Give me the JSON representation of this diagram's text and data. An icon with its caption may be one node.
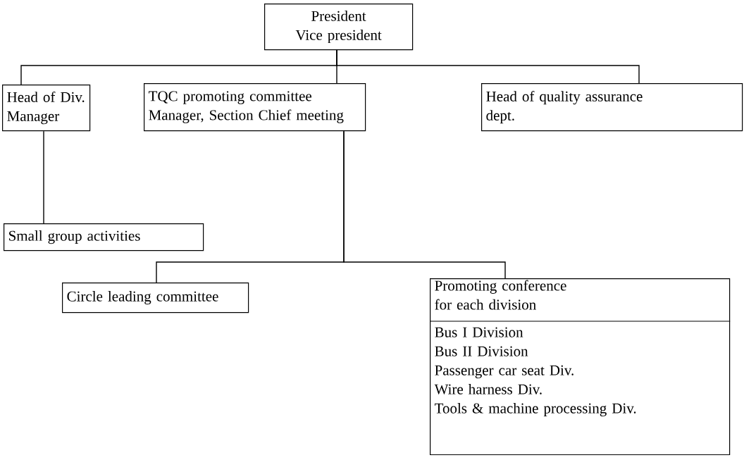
{
  "diagram": {
    "nodes": [
      {
        "text": [
          "President",
          "Vice president"
        ]
      },
      {
        "text": [
          "Head of Div.",
          "Manager"
        ]
      },
      {
        "text": [
          "TQC promoting committee",
          "Manager, Section Chief meeting"
        ]
      },
      {
        "text": [
          "Head of quality assurance dept."
        ]
      },
      {
        "text": [
          "Small group activities"
        ]
      },
      {
        "text": [
          "Circle leading committee"
        ]
      },
      {
        "text": [
          "Promoting conference for each division",
          "Bus I Division",
          "Bus II Division",
          "Passenger car seat Div.",
          "Wire harness Div.",
          "Tools & machine processing Div."
        ]
      }
    ],
    "edges": [
      {
        "from": 0,
        "to": 1,
        "arrow": "none"
      },
      {
        "from": 0,
        "to": 2,
        "arrow": "none"
      },
      {
        "from": 0,
        "to": 3,
        "arrow": "none"
      },
      {
        "from": 1,
        "to": 4,
        "arrow": "none"
      },
      {
        "from": 2,
        "to": 5,
        "arrow": "none"
      },
      {
        "from": 2,
        "to": 6,
        "arrow": "none"
      }
    ]
  }
}
